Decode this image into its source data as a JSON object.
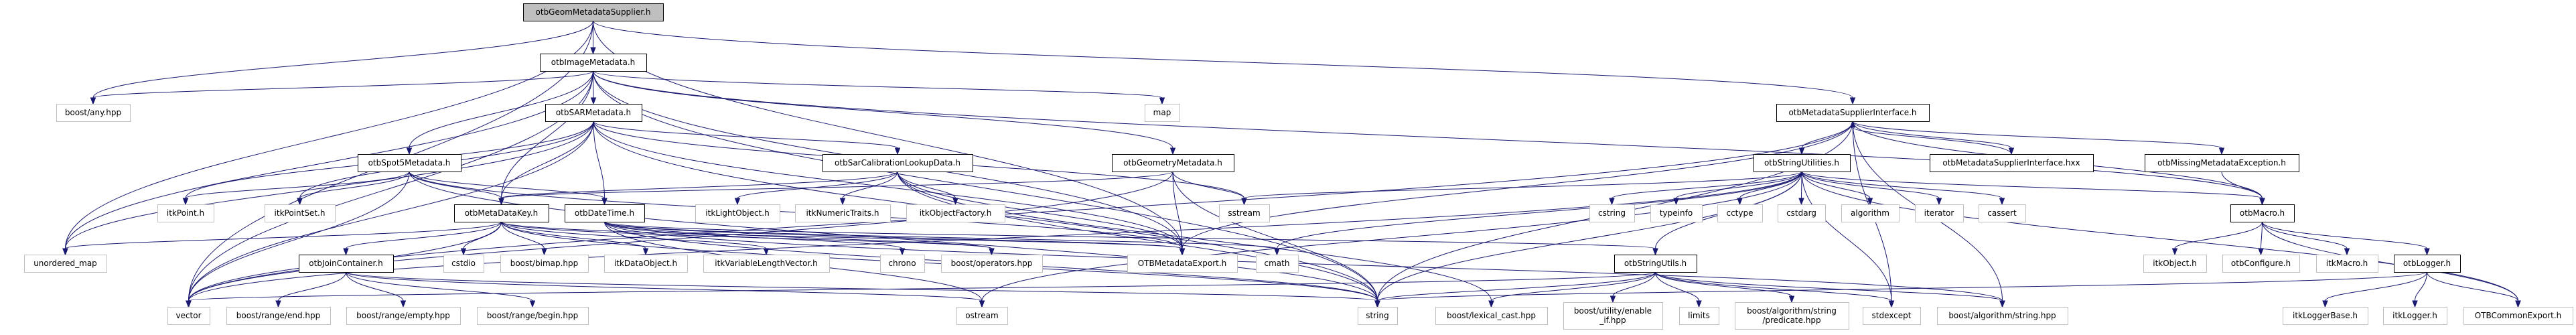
{
  "graph": {
    "title": "otbGeomMetadataSupplier.h include dependency graph",
    "edge_color": "#191970",
    "root_fill": "#bfbfbf",
    "internal_border": "#000000",
    "external_border": "#bfbfbf",
    "nodes": [
      {
        "id": "root",
        "label": "otbGeomMetadataSupplier.h",
        "kind": "root"
      },
      {
        "id": "imgmd",
        "label": "otbImageMetadata.h",
        "kind": "internal"
      },
      {
        "id": "anyhpp",
        "label": "boost/any.hpp",
        "kind": "external"
      },
      {
        "id": "sarmd",
        "label": "otbSARMetadata.h",
        "kind": "internal"
      },
      {
        "id": "map",
        "label": "map",
        "kind": "external"
      },
      {
        "id": "msi",
        "label": "otbMetadataSupplierInterface.h",
        "kind": "internal"
      },
      {
        "id": "spot5",
        "label": "otbSpot5Metadata.h",
        "kind": "internal"
      },
      {
        "id": "sarcal",
        "label": "otbSarCalibrationLookupData.h",
        "kind": "internal"
      },
      {
        "id": "geommd",
        "label": "otbGeometryMetadata.h",
        "kind": "internal"
      },
      {
        "id": "strutil",
        "label": "otbStringUtilities.h",
        "kind": "internal"
      },
      {
        "id": "msihxx",
        "label": "otbMetadataSupplierInterface.hxx",
        "kind": "internal"
      },
      {
        "id": "missing",
        "label": "otbMissingMetadataException.h",
        "kind": "internal"
      },
      {
        "id": "itkpoint",
        "label": "itkPoint.h",
        "kind": "external"
      },
      {
        "id": "itkpointset",
        "label": "itkPointSet.h",
        "kind": "external"
      },
      {
        "id": "mdkey",
        "label": "otbMetaDataKey.h",
        "kind": "internal"
      },
      {
        "id": "datetime",
        "label": "otbDateTime.h",
        "kind": "internal"
      },
      {
        "id": "itklightobj",
        "label": "itkLightObject.h",
        "kind": "external"
      },
      {
        "id": "itknumtraits",
        "label": "itkNumericTraits.h",
        "kind": "external"
      },
      {
        "id": "itkobjfactory",
        "label": "itkObjectFactory.h",
        "kind": "external"
      },
      {
        "id": "sstream",
        "label": "sstream",
        "kind": "external"
      },
      {
        "id": "cstring",
        "label": "cstring",
        "kind": "external"
      },
      {
        "id": "typeinfo",
        "label": "typeinfo",
        "kind": "external"
      },
      {
        "id": "cctype",
        "label": "cctype",
        "kind": "external"
      },
      {
        "id": "cstdarg",
        "label": "cstdarg",
        "kind": "external"
      },
      {
        "id": "algorithm",
        "label": "algorithm",
        "kind": "external"
      },
      {
        "id": "iterator",
        "label": "iterator",
        "kind": "external"
      },
      {
        "id": "cassert",
        "label": "cassert",
        "kind": "external"
      },
      {
        "id": "macro",
        "label": "otbMacro.h",
        "kind": "internal"
      },
      {
        "id": "umap",
        "label": "unordered_map",
        "kind": "external"
      },
      {
        "id": "join",
        "label": "otbJoinContainer.h",
        "kind": "internal"
      },
      {
        "id": "cstdio",
        "label": "cstdio",
        "kind": "external"
      },
      {
        "id": "bimap",
        "label": "boost/bimap.hpp",
        "kind": "external"
      },
      {
        "id": "itkdataobj",
        "label": "itkDataObject.h",
        "kind": "external"
      },
      {
        "id": "itkvlv",
        "label": "itkVariableLengthVector.h",
        "kind": "external"
      },
      {
        "id": "chrono",
        "label": "chrono",
        "kind": "external"
      },
      {
        "id": "boostops",
        "label": "boost/operators.hpp",
        "kind": "external"
      },
      {
        "id": "mdexport",
        "label": "OTBMetadataExport.h",
        "kind": "external"
      },
      {
        "id": "cmath",
        "label": "cmath",
        "kind": "external"
      },
      {
        "id": "strutils",
        "label": "otbStringUtils.h",
        "kind": "internal"
      },
      {
        "id": "itkobject",
        "label": "itkObject.h",
        "kind": "external"
      },
      {
        "id": "otbconfigure",
        "label": "otbConfigure.h",
        "kind": "external"
      },
      {
        "id": "itkmacro",
        "label": "itkMacro.h",
        "kind": "external"
      },
      {
        "id": "logger",
        "label": "otbLogger.h",
        "kind": "internal"
      },
      {
        "id": "vector",
        "label": "vector",
        "kind": "external"
      },
      {
        "id": "rangeend",
        "label": "boost/range/end.hpp",
        "kind": "external"
      },
      {
        "id": "rangeempty",
        "label": "boost/range/empty.hpp",
        "kind": "external"
      },
      {
        "id": "rangebegin",
        "label": "boost/range/begin.hpp",
        "kind": "external"
      },
      {
        "id": "ostream",
        "label": "ostream",
        "kind": "external"
      },
      {
        "id": "string",
        "label": "string",
        "kind": "external"
      },
      {
        "id": "lexcast",
        "label": "boost/lexical_cast.hpp",
        "kind": "external"
      },
      {
        "id": "enableif",
        "label": "boost/utility/enable\n_if.hpp",
        "kind": "external"
      },
      {
        "id": "limits",
        "label": "limits",
        "kind": "external"
      },
      {
        "id": "predicate",
        "label": "boost/algorithm/string\n/predicate.hpp",
        "kind": "external"
      },
      {
        "id": "stdexcept",
        "label": "stdexcept",
        "kind": "external"
      },
      {
        "id": "algstring",
        "label": "boost/algorithm/string.hpp",
        "kind": "external"
      },
      {
        "id": "itkloggerbase",
        "label": "itkLoggerBase.h",
        "kind": "external"
      },
      {
        "id": "itklogger",
        "label": "itkLogger.h",
        "kind": "external"
      },
      {
        "id": "commonexport",
        "label": "OTBCommonExport.h",
        "kind": "external"
      }
    ],
    "edges": [
      [
        "root",
        "imgmd"
      ],
      [
        "root",
        "anyhpp"
      ],
      [
        "root",
        "umap"
      ],
      [
        "root",
        "vector"
      ],
      [
        "root",
        "mdexport"
      ],
      [
        "root",
        "msi"
      ],
      [
        "imgmd",
        "anyhpp"
      ],
      [
        "imgmd",
        "sarmd"
      ],
      [
        "imgmd",
        "map"
      ],
      [
        "imgmd",
        "spot5"
      ],
      [
        "imgmd",
        "geommd"
      ],
      [
        "imgmd",
        "mdkey"
      ],
      [
        "imgmd",
        "umap"
      ],
      [
        "imgmd",
        "vector"
      ],
      [
        "imgmd",
        "string"
      ],
      [
        "imgmd",
        "mdexport"
      ],
      [
        "imgmd",
        "macro"
      ],
      [
        "sarmd",
        "sarcal"
      ],
      [
        "sarmd",
        "mdkey"
      ],
      [
        "sarmd",
        "datetime"
      ],
      [
        "sarmd",
        "itkpoint"
      ],
      [
        "sarmd",
        "itkpointset"
      ],
      [
        "sarmd",
        "umap"
      ],
      [
        "sarmd",
        "vector"
      ],
      [
        "sarmd",
        "string"
      ],
      [
        "sarmd",
        "sstream"
      ],
      [
        "sarmd",
        "mdexport"
      ],
      [
        "spot5",
        "mdkey"
      ],
      [
        "spot5",
        "datetime"
      ],
      [
        "spot5",
        "itkpoint"
      ],
      [
        "spot5",
        "itkpointset"
      ],
      [
        "spot5",
        "vector"
      ],
      [
        "spot5",
        "string"
      ],
      [
        "spot5",
        "mdexport"
      ],
      [
        "sarcal",
        "itklightobj"
      ],
      [
        "sarcal",
        "itknumtraits"
      ],
      [
        "sarcal",
        "itkobjfactory"
      ],
      [
        "sarcal",
        "mdkey"
      ],
      [
        "sarcal",
        "mdexport"
      ],
      [
        "sarcal",
        "string"
      ],
      [
        "sarcal",
        "lexcast"
      ],
      [
        "geommd",
        "mdkey"
      ],
      [
        "geommd",
        "sstream"
      ],
      [
        "geommd",
        "mdexport"
      ],
      [
        "geommd",
        "string"
      ],
      [
        "geommd",
        "vector"
      ],
      [
        "mdkey",
        "join"
      ],
      [
        "mdkey",
        "cstdio"
      ],
      [
        "mdkey",
        "bimap"
      ],
      [
        "mdkey",
        "itkdataobj"
      ],
      [
        "mdkey",
        "itkvlv"
      ],
      [
        "mdkey",
        "boostops"
      ],
      [
        "mdkey",
        "mdexport"
      ],
      [
        "mdkey",
        "string"
      ],
      [
        "mdkey",
        "vector"
      ],
      [
        "mdkey",
        "umap"
      ],
      [
        "datetime",
        "chrono"
      ],
      [
        "datetime",
        "boostops"
      ],
      [
        "datetime",
        "mdexport"
      ],
      [
        "datetime",
        "cmath"
      ],
      [
        "datetime",
        "strutils"
      ],
      [
        "datetime",
        "ostream"
      ],
      [
        "datetime",
        "string"
      ],
      [
        "datetime",
        "algstring"
      ],
      [
        "join",
        "rangeend"
      ],
      [
        "join",
        "rangeempty"
      ],
      [
        "join",
        "rangebegin"
      ],
      [
        "join",
        "ostream"
      ],
      [
        "join",
        "string"
      ],
      [
        "msi",
        "strutil"
      ],
      [
        "msi",
        "msihxx"
      ],
      [
        "msi",
        "missing"
      ],
      [
        "msi",
        "macro"
      ],
      [
        "msi",
        "mdexport"
      ],
      [
        "msi",
        "string"
      ],
      [
        "msi",
        "vector"
      ],
      [
        "msi",
        "algstring"
      ],
      [
        "msi",
        "stdexcept"
      ],
      [
        "msihxx",
        "msi"
      ],
      [
        "strutil",
        "cstring"
      ],
      [
        "strutil",
        "typeinfo"
      ],
      [
        "strutil",
        "cctype"
      ],
      [
        "strutil",
        "cstdarg"
      ],
      [
        "strutil",
        "algorithm"
      ],
      [
        "strutil",
        "iterator"
      ],
      [
        "strutil",
        "cassert"
      ],
      [
        "strutil",
        "macro"
      ],
      [
        "strutil",
        "strutils"
      ],
      [
        "strutil",
        "sstream"
      ],
      [
        "strutil",
        "string"
      ],
      [
        "strutil",
        "vector"
      ],
      [
        "strutil",
        "cmath"
      ],
      [
        "strutil",
        "ostream"
      ],
      [
        "strutil",
        "stdexcept"
      ],
      [
        "strutil",
        "commonexport"
      ],
      [
        "missing",
        "macro"
      ],
      [
        "macro",
        "itkobject"
      ],
      [
        "macro",
        "otbconfigure"
      ],
      [
        "macro",
        "itkmacro"
      ],
      [
        "macro",
        "logger"
      ],
      [
        "macro",
        "commonexport"
      ],
      [
        "logger",
        "itkloggerbase"
      ],
      [
        "logger",
        "itklogger"
      ],
      [
        "logger",
        "commonexport"
      ],
      [
        "logger",
        "string"
      ],
      [
        "strutils",
        "string"
      ],
      [
        "strutils",
        "lexcast"
      ],
      [
        "strutils",
        "enableif"
      ],
      [
        "strutils",
        "limits"
      ],
      [
        "strutils",
        "predicate"
      ],
      [
        "strutils",
        "stdexcept"
      ],
      [
        "strutils",
        "algstring"
      ],
      [
        "strutils",
        "vector"
      ]
    ]
  }
}
